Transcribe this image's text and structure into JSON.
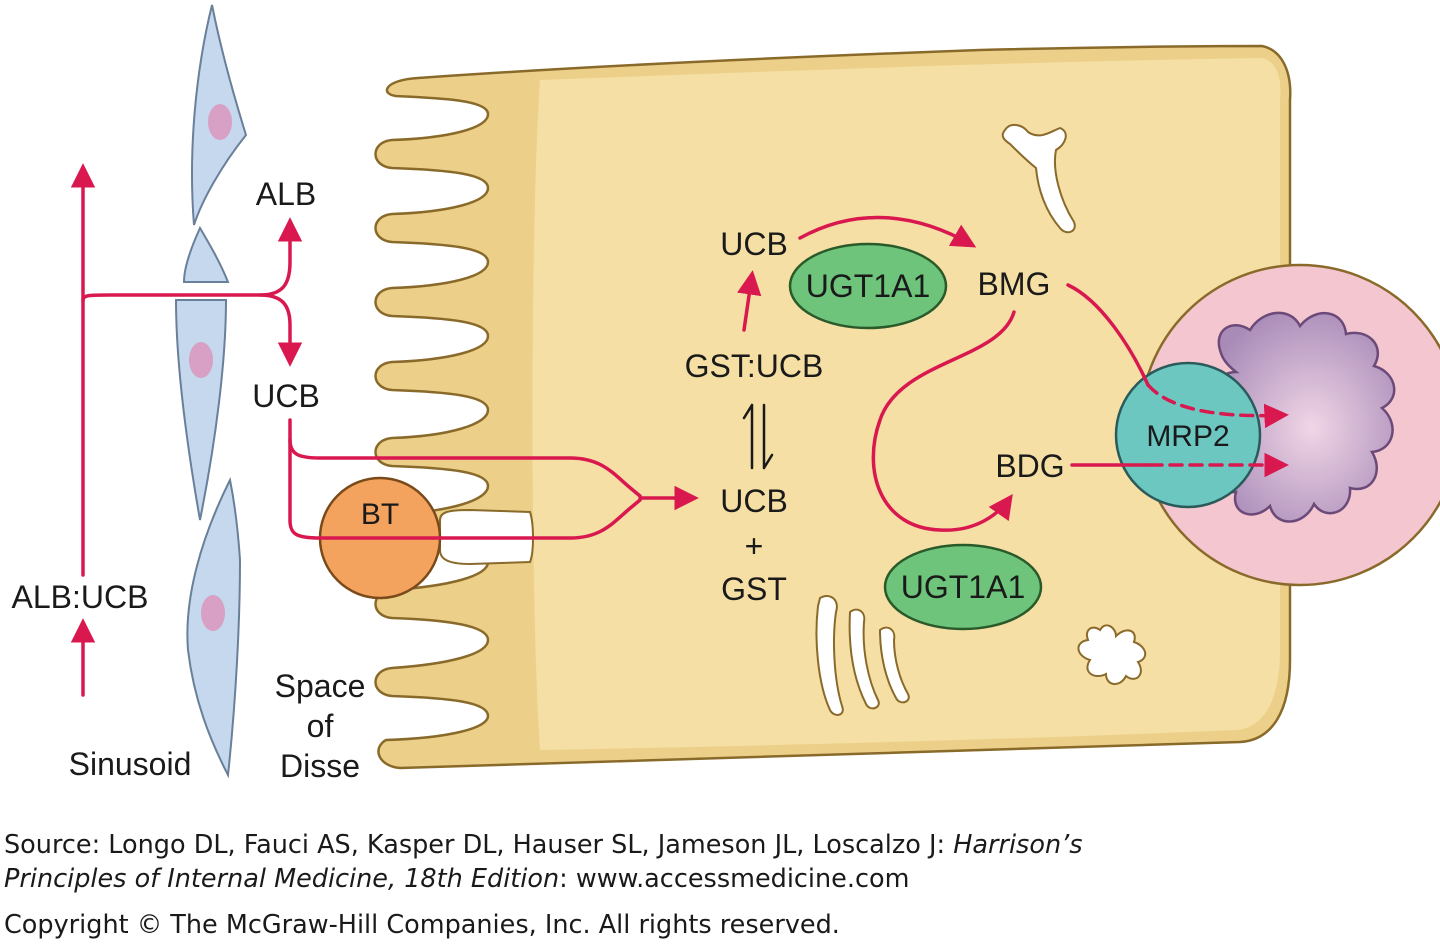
{
  "labels": {
    "alb": "ALB",
    "ucb_sinusoid": "UCB",
    "alb_ucb": "ALB:UCB",
    "sinusoid": "Sinusoid",
    "space_line1": "Space",
    "space_line2": "of",
    "space_line3": "Disse",
    "bt": "BT",
    "ucb_top": "UCB",
    "gst_ucb": "GST:UCB",
    "ucb_mid": "UCB",
    "plus": "+",
    "gst": "GST",
    "ugt_top": "UGT1A1",
    "ugt_bottom": "UGT1A1",
    "bmg": "BMG",
    "bdg": "BDG",
    "mrp2": "MRP2"
  },
  "caption": {
    "source_prefix": "Source: Longo DL, Fauci AS, Kasper DL, Hauser SL, Jameson JL, Loscalzo J: ",
    "book_title_1": "Harrison’s",
    "book_title_2": "Principles of Internal Medicine, 18th Edition",
    "source_suffix": ": www.accessmedicine.com",
    "copyright": "Copyright © The McGraw-Hill Companies, Inc. All rights reserved."
  },
  "colors": {
    "arrow": "#d8184f",
    "cell_fill": "#f5dfa4",
    "cell_stroke": "#c9a54e",
    "border_fill": "#ecd08a",
    "endothelium": "#c5d8ee",
    "nucleus": "#d7a0c4",
    "bt": "#f3a35d",
    "ugt": "#6dc47a",
    "mrp2": "#6cc7c1",
    "canaliculus": "#f4c6d0",
    "lumen": "#b9a0c6"
  }
}
